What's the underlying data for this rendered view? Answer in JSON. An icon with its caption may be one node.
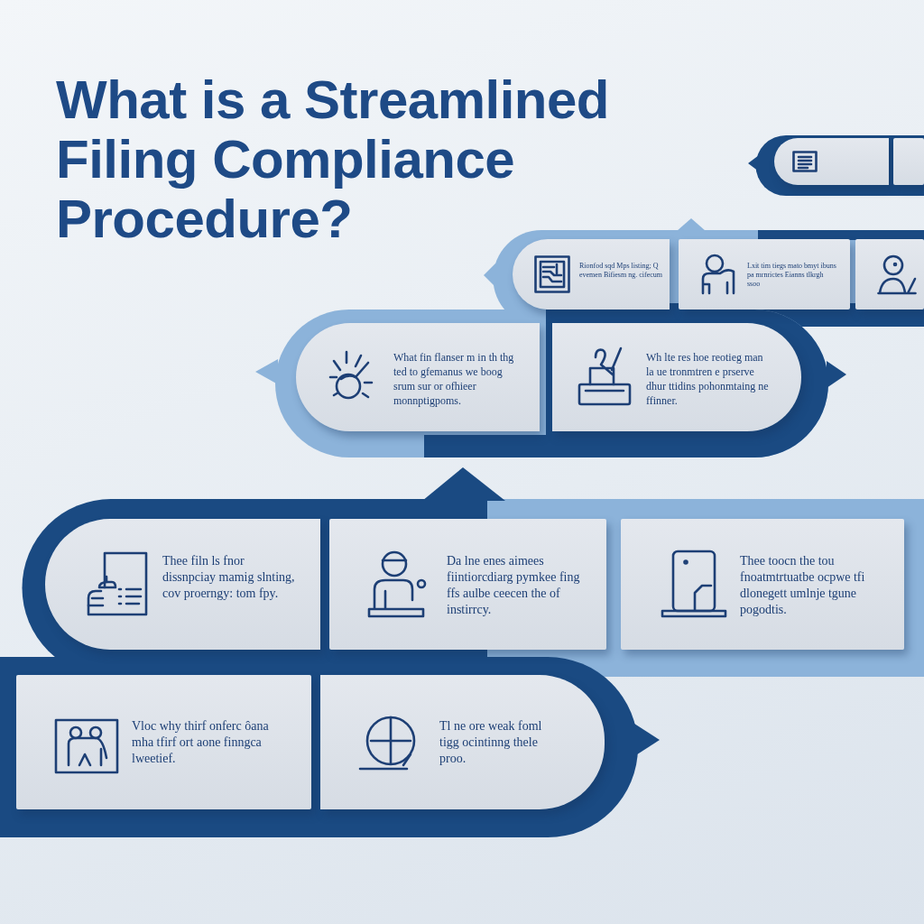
{
  "diagram": {
    "title": "What is a Streamlined Filing Compliance Procedure?",
    "nodes": [
      {
        "text": [],
        "shape": "box"
      },
      {
        "text": [],
        "shape": "box"
      },
      {
        "text": [
          "Rionfod sqd Mps listing; Q evemen Bifiesm ng. cifecum"
        ]
      },
      {
        "text": [
          "Lxit tim tiegs mato bmyt ibuns pa mrnrictes Eianns tlkrgh ssoo"
        ]
      },
      {
        "text": [],
        "shape": "box"
      },
      {
        "text": [
          "What fin flanser m in th thg ted to gfemanus we boog srum sur or ofhieer monnptigpoms."
        ]
      },
      {
        "text": [
          "Wh lte res hoe reotieg man la ue tronmtren e prserve dhur ttidins pohonmtaing ne ffinner."
        ]
      },
      {
        "text": [
          "Thee filn ls fnor dissnpciay mamig slnting, cov proerngy: tom fpy."
        ]
      },
      {
        "text": [
          "Da lne enes aimees fiintiorcdiarg pymkee fing ffs aulbe ceecen the of instirrcy."
        ]
      },
      {
        "text": [
          "Thee toocn the tou fnoatmtrtuatbe ocpwe tfi dlonegett umlnje tgune pogodtis."
        ]
      },
      {
        "text": [
          "Vloc why thirf onferc ôana mha tfirf ort aone finngca lweetief."
        ]
      },
      {
        "text": [
          "Tl ne ore weak foml tigg ocintinng thele proo."
        ]
      }
    ]
  }
}
